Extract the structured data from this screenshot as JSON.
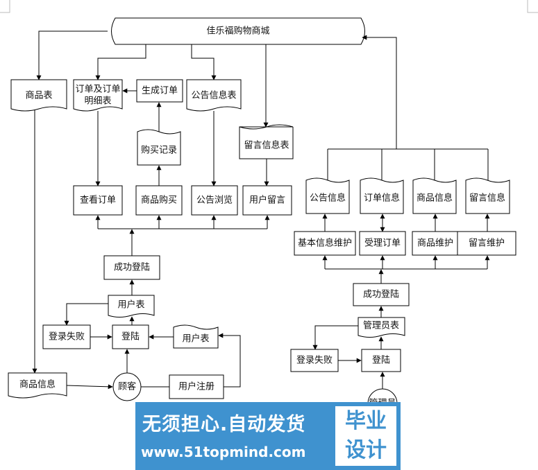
{
  "diagram": {
    "title": "佳乐福购物商城",
    "customer": {
      "product_table": "商品表",
      "order_detail_line1": "订单及订单",
      "order_detail_line2": "明细表",
      "generate_order": "生成订单",
      "notice_table": "公告信息表",
      "message_table": "留言信息表",
      "purchase_record": "购买记录",
      "view_order": "查看订单",
      "buy_product": "商品购买",
      "browse_notice": "公告浏览",
      "user_message": "用户留言",
      "login_success": "成功登陆",
      "user_table_top": "用户表",
      "login_fail": "登录失败",
      "login": "登陆",
      "user_table_right": "用户表",
      "product_info": "商品信息",
      "customer_actor": "顾客",
      "register": "用户注册"
    },
    "admin": {
      "notice_info": "公告信息",
      "order_info": "订单信息",
      "product_info": "商品信息",
      "message_info": "留言信息",
      "basic_info_maint": "基本信息维护",
      "accept_order": "受理订单",
      "product_maint": "商品维护",
      "message_maint": "留言维护",
      "login_success": "成功登陆",
      "admin_table": "管理员表",
      "login_fail": "登录失败",
      "login": "登陆",
      "admin_actor": "管理员"
    }
  },
  "watermark": {
    "line1": "无须担心.自动发货",
    "line2": "www.51topmind.com",
    "badge_top": "毕业",
    "badge_bottom": "设计"
  },
  "colors": {
    "line": "#000000",
    "watermark_blue": "#3f92cf",
    "watermark_text": "#ffffff"
  }
}
